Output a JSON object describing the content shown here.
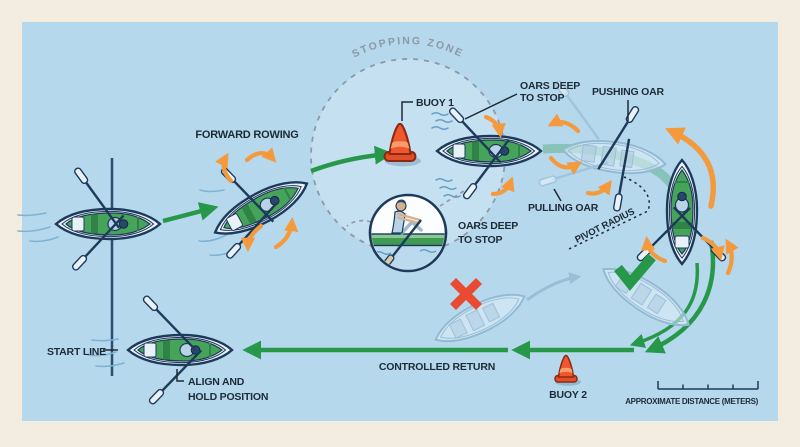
{
  "diagram": {
    "region_labels": {
      "stopping_zone": "STOPPING ZONE",
      "forward_rowing": "FORWARD ROWING",
      "start_line": "START LINE",
      "controlled_return": "CONTROLLED RETURN"
    },
    "callouts": {
      "buoy_1": "BUOY 1",
      "buoy_2": "BUOY 2",
      "oars_deep_line1": "OARS DEEP",
      "oars_deep_line2": "TO STOP",
      "pushing_oar": "PUSHING OAR",
      "pulling_oar": "PULLING OAR",
      "pivot_radius": "PIVOT RADIUS",
      "align_line1": "ALIGN AND",
      "align_line2": "HOLD POSITION",
      "inset_caption_line1": "OARS DEEP",
      "inset_caption_line2": "TO STOP"
    },
    "scale_bar": {
      "caption": "APPROXIMATE DISTANCE (METERS)",
      "segments": 4
    },
    "markers": {
      "wrong_marker": "x-mark",
      "correct_marker": "check-mark"
    },
    "colors": {
      "frame_cream": "#f2ece1",
      "water_blue": "#b5d8ed",
      "path_green": "#27984a",
      "arrow_orange": "#f49a3c",
      "error_red": "#e94b32",
      "hull_outline_navy": "#1e3a5a",
      "deck_green": "#46a35a",
      "cone_orange": "#f0562f",
      "label_dark": "#1d2b36",
      "muted_gray": "#8d99a5",
      "drift_blue": "#9bbdd6"
    }
  }
}
